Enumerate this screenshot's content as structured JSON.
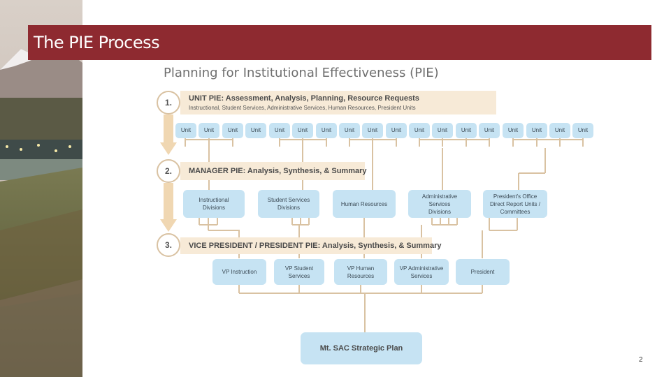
{
  "slide": {
    "title": "The PIE Process",
    "page_number": "2"
  },
  "diagram": {
    "title": "Planning for Institutional Effectiveness (PIE)",
    "steps": [
      {
        "number": "1.",
        "label": "UNIT PIE: Assessment, Analysis, Planning, Resource Requests",
        "sublabel": "Instructional, Student Services, Administrative Services, Human Resources, President Units"
      },
      {
        "number": "2.",
        "label": "MANAGER PIE: Analysis, Synthesis, & Summary"
      },
      {
        "number": "3.",
        "label": "VICE PRESIDENT / PRESIDENT PIE: Analysis, Synthesis, & Summary"
      }
    ],
    "unit_label": "Unit",
    "manager_boxes": [
      "Instructional\nDivisions",
      "Student Services\nDivisions",
      "Human Resources",
      "Administrative\nServices\nDivisions",
      "President's Office\nDirect Report Units /\nCommittees"
    ],
    "vp_boxes": [
      "VP Instruction",
      "VP Student\nServices",
      "VP Human\nResources",
      "VP Administrative\nServices",
      "President"
    ],
    "final_box": "Mt. SAC Strategic Plan"
  },
  "colors": {
    "title_bar": "#8e2a30",
    "box_fill": "#c6e3f3",
    "band_fill": "#f7ead7",
    "connector": "#d9c2a2"
  }
}
